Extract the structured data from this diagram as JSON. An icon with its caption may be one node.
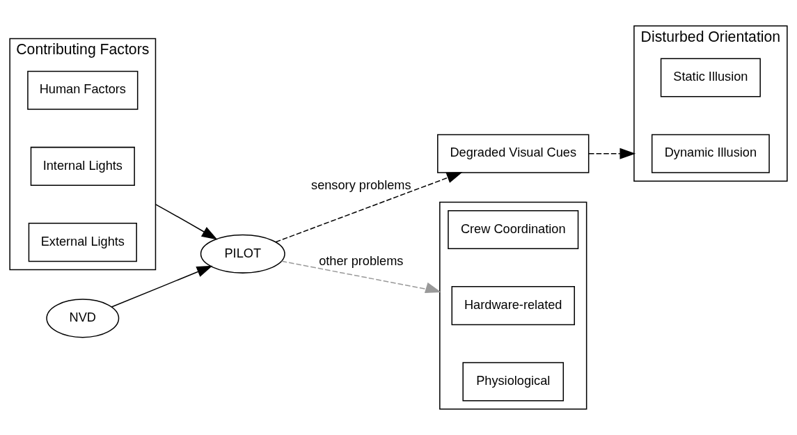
{
  "diagram": {
    "nodes": [
      {
        "text": [
          "Contributing Factors"
        ]
      },
      {
        "text": [
          "Human Factors"
        ],
        "in": 0
      },
      {
        "text": [
          "Internal Lights"
        ],
        "in": 0
      },
      {
        "text": [
          "External Lights"
        ],
        "in": 0
      },
      {
        "text": [
          "NVD"
        ]
      },
      {
        "text": [
          "PILOT"
        ]
      },
      {
        "text": [
          "Degraded Visual Cues"
        ]
      },
      {
        "text": [
          "Disturbed Orientation"
        ]
      },
      {
        "text": [
          "Static Illusion"
        ],
        "in": 7
      },
      {
        "text": [
          "Dynamic Illusion"
        ],
        "in": 7
      },
      {
        "text": [],
        "shape": "box"
      },
      {
        "text": [
          "Crew Coordination"
        ],
        "in": 10
      },
      {
        "text": [
          "Hardware-related"
        ],
        "in": 10
      },
      {
        "text": [
          "Physiological"
        ],
        "in": 10
      }
    ],
    "edges": [
      {
        "from": 0,
        "to": 5,
        "arrow": "to"
      },
      {
        "from": 4,
        "to": 5,
        "arrow": "to"
      },
      {
        "from": 5,
        "to": 6,
        "arrow": "to",
        "label": "sensory problems",
        "style": "dashed"
      },
      {
        "from": 6,
        "to": 7,
        "arrow": "to",
        "style": "dashed"
      },
      {
        "from": 5,
        "to": 10,
        "arrow": "to",
        "label": "other problems",
        "style": "dashed",
        "color": "#999999"
      }
    ]
  }
}
